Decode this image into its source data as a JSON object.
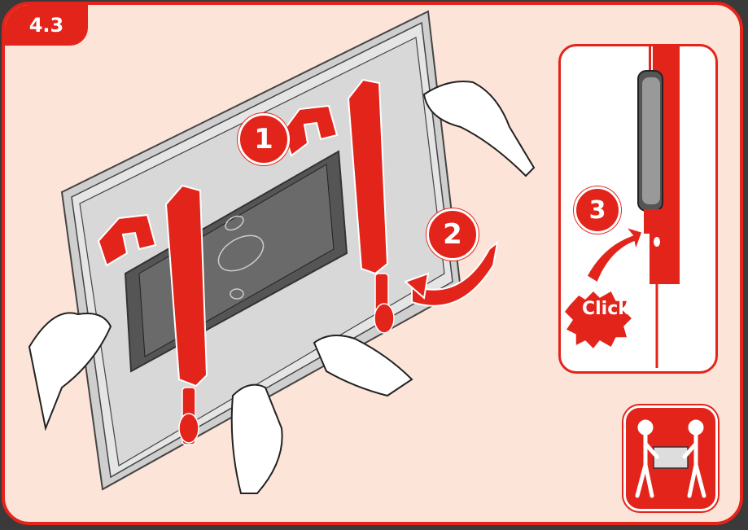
{
  "step": {
    "number": "4.3"
  },
  "callouts": {
    "one": "1",
    "two": "2",
    "three": "3"
  },
  "inset": {
    "click_label": "Click"
  },
  "icons": {
    "two_person_lift": "two-person-lift-icon",
    "rotate_arrow": "rotate-arrow-icon",
    "hook_arrow": "hook-down-arrow-icon"
  },
  "colors": {
    "accent": "#e3241b",
    "background": "#fde4d8",
    "tv": "#d9d9d9"
  }
}
